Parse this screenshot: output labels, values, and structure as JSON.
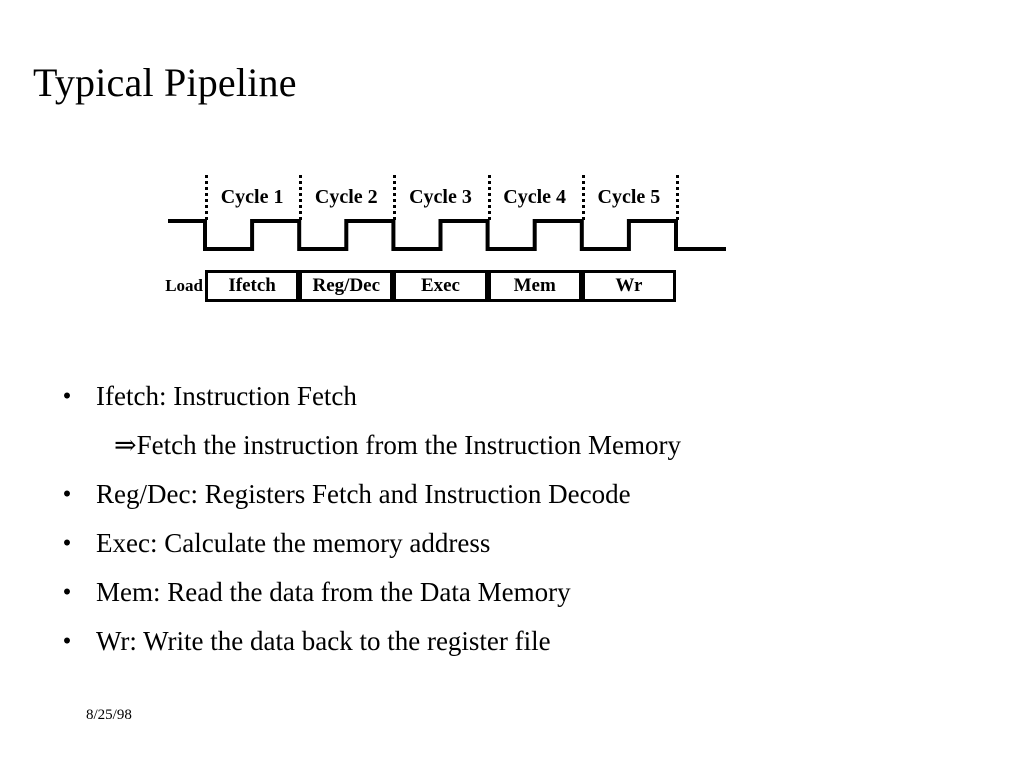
{
  "slide": {
    "title": "Typical Pipeline",
    "date": "8/25/98"
  },
  "diagram": {
    "load_label": "Load",
    "cycles": [
      {
        "label": "Cycle 1",
        "stage": "Ifetch"
      },
      {
        "label": "Cycle 2",
        "stage": "Reg/Dec"
      },
      {
        "label": "Cycle 3",
        "stage": "Exec"
      },
      {
        "label": "Cycle 4",
        "stage": "Mem"
      },
      {
        "label": "Cycle 5",
        "stage": "Wr"
      }
    ],
    "clock": {
      "description": "square-wave clock, one period per cycle, low in first half and high in second half",
      "periods": 5
    },
    "colors": {
      "ink": "#000000",
      "background": "#ffffff"
    }
  },
  "bullets": [
    {
      "marker": "•",
      "text": "Ifetch: Instruction Fetch",
      "sub": "⇒Fetch the instruction from the Instruction Memory"
    },
    {
      "marker": "•",
      "text": "Reg/Dec: Registers Fetch  and Instruction Decode"
    },
    {
      "marker": "•",
      "text": "Exec: Calculate the memory address"
    },
    {
      "marker": "•",
      "text": "Mem: Read the data from the Data Memory"
    },
    {
      "marker": "•",
      "text": "Wr: Write the data back to the register file"
    }
  ]
}
